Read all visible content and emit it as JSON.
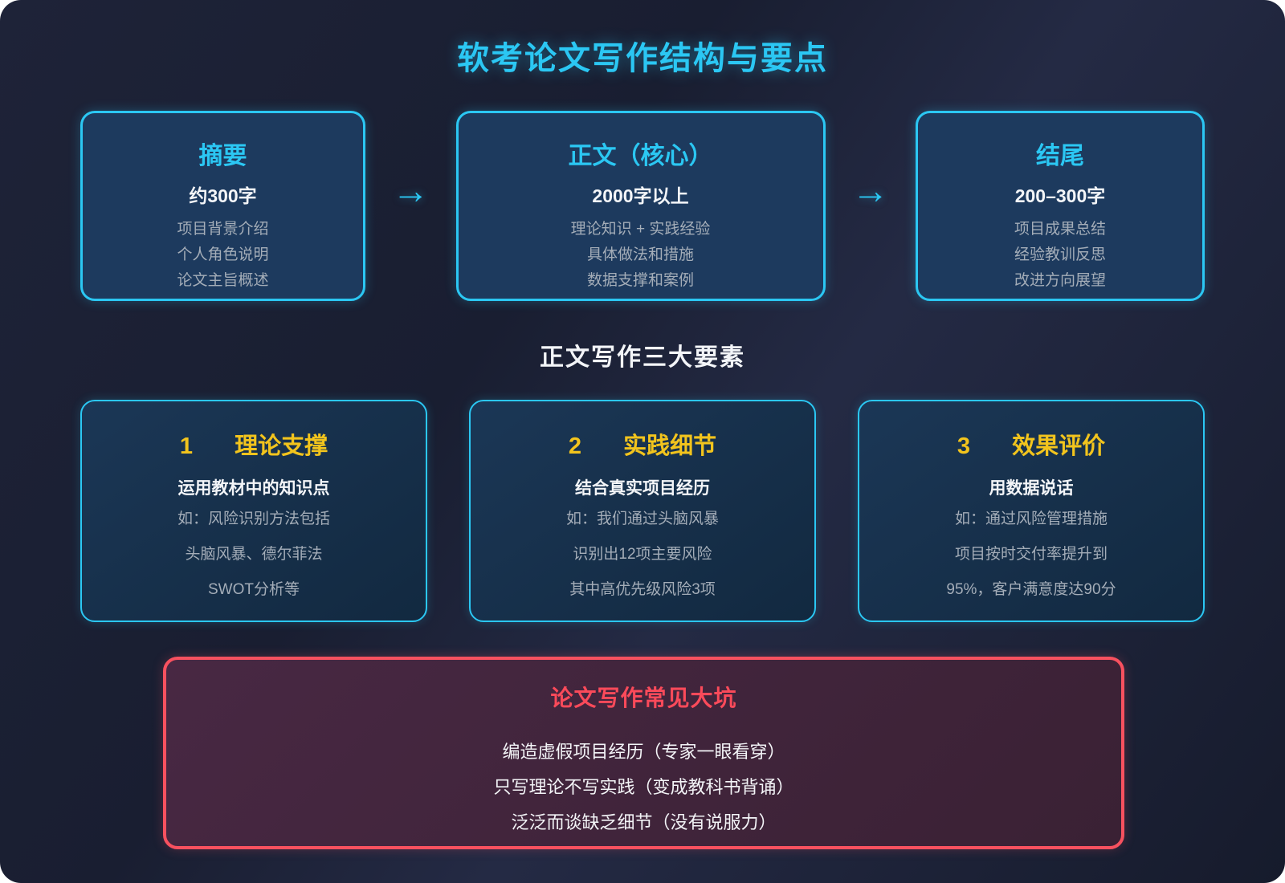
{
  "title": "软考论文写作结构与要点",
  "colors": {
    "background": "#1b2134",
    "accent_cyan": "#2bc7f3",
    "accent_yellow": "#f2c41d",
    "accent_red": "#f8515f",
    "box_blue": "#1d3a5e",
    "text_white": "#f3f5f8",
    "text_gray": "#a4adb8"
  },
  "flow": {
    "arrow": "→",
    "boxes": [
      {
        "title": "摘要",
        "highlight": "约300字",
        "items": [
          "项目背景介绍",
          "个人角色说明",
          "论文主旨概述"
        ]
      },
      {
        "title": "正文（核心）",
        "highlight": "2000字以上",
        "items": [
          "理论知识 + 实践经验",
          "具体做法和措施",
          "数据支撑和案例"
        ]
      },
      {
        "title": "结尾",
        "highlight": "200–300字",
        "items": [
          "项目成果总结",
          "经验教训反思",
          "改进方向展望"
        ]
      }
    ]
  },
  "elements_section": {
    "title": "正文写作三大要素",
    "cards": [
      {
        "number": "1",
        "title": "理论支撑",
        "highlight": "运用教材中的知识点",
        "items": [
          "如：风险识别方法包括",
          "头脑风暴、德尔菲法",
          "SWOT分析等"
        ]
      },
      {
        "number": "2",
        "title": "实践细节",
        "highlight": "结合真实项目经历",
        "items": [
          "如：我们通过头脑风暴",
          "识别出12项主要风险",
          "其中高优先级风险3项"
        ]
      },
      {
        "number": "3",
        "title": "效果评价",
        "highlight": "用数据说话",
        "items": [
          "如：通过风险管理措施",
          "项目按时交付率提升到",
          "95%，客户满意度达90分"
        ]
      }
    ]
  },
  "pitfalls": {
    "title": "论文写作常见大坑",
    "items": [
      "编造虚假项目经历（专家一眼看穿）",
      "只写理论不写实践（变成教科书背诵）",
      "泛泛而谈缺乏细节（没有说服力）"
    ]
  }
}
